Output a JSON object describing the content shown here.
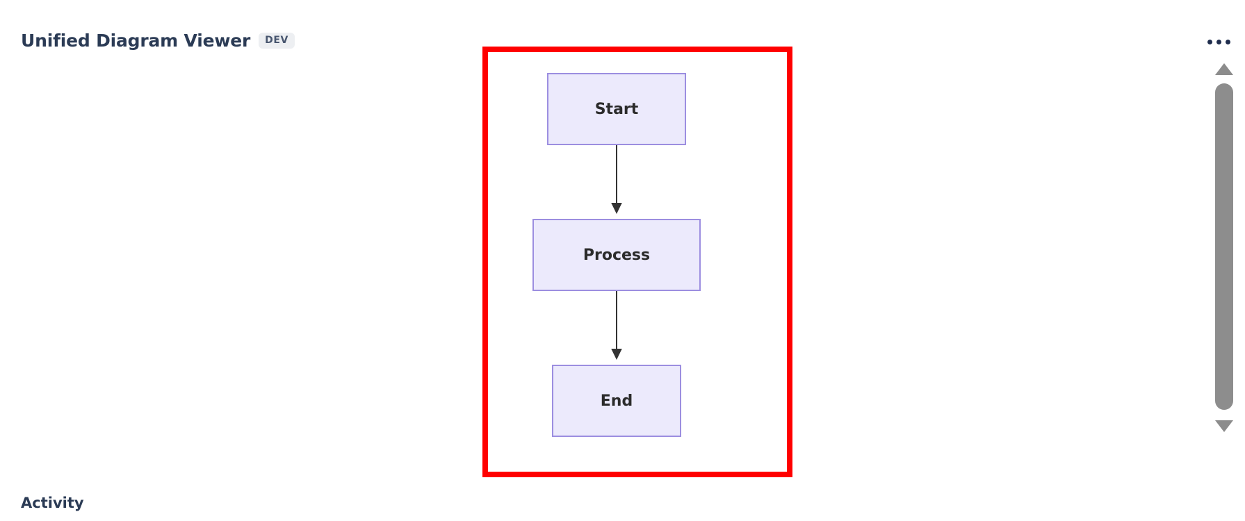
{
  "header": {
    "title": "Unified Diagram Viewer",
    "badge": "DEV",
    "overflow_menu_name": "more-options"
  },
  "scrollbar": {
    "up_arrow": "▲",
    "down_arrow": "▼"
  },
  "diagram": {
    "highlight_color": "#ff0000",
    "node_fill": "#eceafc",
    "node_border": "#9c8ee0",
    "edge_color": "#333333",
    "nodes": [
      {
        "id": "start",
        "label": "Start"
      },
      {
        "id": "process",
        "label": "Process"
      },
      {
        "id": "end",
        "label": "End"
      }
    ],
    "edges": [
      {
        "from": "start",
        "to": "process"
      },
      {
        "from": "process",
        "to": "end"
      }
    ]
  },
  "sections": {
    "activity_heading": "Activity"
  }
}
